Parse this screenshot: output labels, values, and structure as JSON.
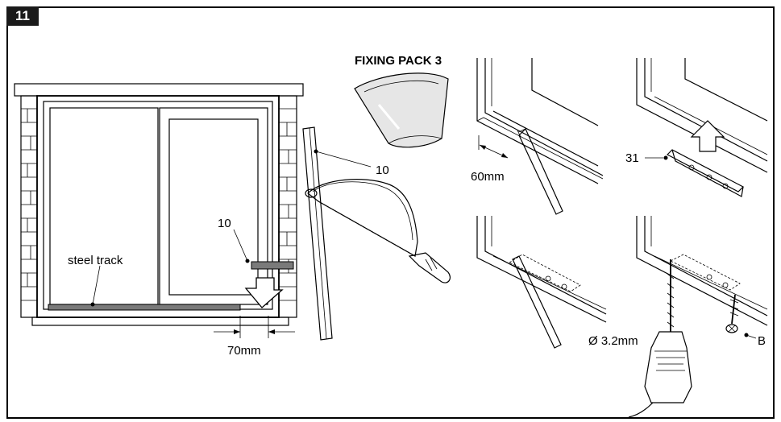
{
  "step": "11",
  "labels": {
    "fixing_pack": "FIXING PACK 3",
    "part_10_saw": "10",
    "part_10_track": "10",
    "steel_track": "steel track",
    "cut_length": "70mm",
    "mark_distance": "60mm",
    "part_31": "31",
    "drill_size": "Ø 3.2mm",
    "screw_b": "B"
  },
  "colors": {
    "line": "#000000",
    "track_fill": "#7a7a7a",
    "badge": "#1a1a1a",
    "bag": "#e6e6e6"
  }
}
